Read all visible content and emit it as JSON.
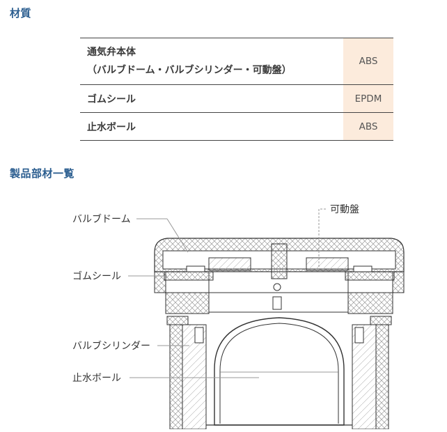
{
  "materials": {
    "title": "材質",
    "rows": [
      {
        "name_line1": "通気弁本体",
        "name_line2": "（バルブドーム・バルブシリンダー・可動盤）",
        "material": "ABS"
      },
      {
        "name_line1": "ゴムシール",
        "material": "EPDM"
      },
      {
        "name_line1": "止水ボール",
        "material": "ABS"
      }
    ],
    "colors": {
      "value_cell_bg": "#fcebdc",
      "title": "#2a5d8f"
    }
  },
  "parts": {
    "title": "製品部材一覧",
    "labels": {
      "valve_dome": "バルブドーム",
      "movable_disc": "可動盤",
      "rubber_seal": "ゴムシール",
      "valve_cylinder": "バルブシリンダー",
      "stop_ball": "止水ボール"
    }
  }
}
